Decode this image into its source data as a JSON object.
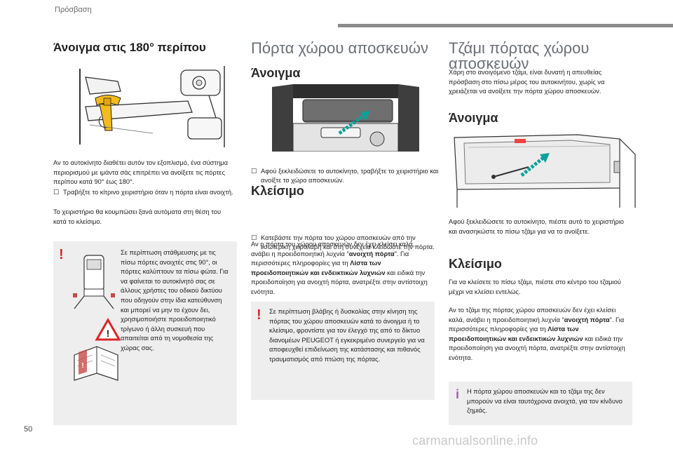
{
  "header": {
    "section": "Πρόσβαση"
  },
  "page_number": "50",
  "watermark": "carmanualsonline.info",
  "col1": {
    "title": "Άνοιγμα στις 180° περίπου",
    "p1": "Αν το αυτοκίνητο διαθέτει αυτόν τον εξοπλισμό, ένα σύστημα περιορισμού με ιμάντα σάς επιτρέπει να ανοίξετε τις πόρτες περίπου κατά 90° έως 180°.",
    "bullet1": "Τραβήξτε το κίτρινο χειριστήριο όταν η πόρτα είναι ανοιχτή.",
    "p2": "Το χειριστήριο θα κουμπώσει ξανά αυτόματα στη θέση του κατά το κλείσιμο.",
    "warning": "Σε περίπτωση στάθμευσης με τις πίσω πόρτες ανοιχτές στις 90°, οι πόρτες καλύπτουν τα πίσω φώτα. Για να φαίνεται το αυτοκίνητό σας σε άλλους χρήστες του οδικού δικτύου που οδηγούν στην ίδια κατεύθυνση και μπορεί να μην το έχουν δει, χρησιμοποιήστε προειδοποιητικό τρίγωνο ή άλλη συσκευή που απαιτείται από τη νομοθεσία της χώρας σας."
  },
  "col2": {
    "title": "Πόρτα χώρου αποσκευών",
    "h_open": "Άνοιγμα",
    "bullet_open": "Αφού ξεκλειδώσετε το αυτοκίνητο, τραβήξτε το χειριστήριο και ανοίξτε το χώρο αποσκευών.",
    "h_close": "Κλείσιμο",
    "bullet_close": "Κατεβάστε την πόρτα του χώρου αποσκευών από την εσωτερική χειρολαβή και στη συνέχεια κλειδώστε την πόρτα.",
    "p_a": "Αν η πόρτα του χώρου αποσκευών δεν έχει κλείσει καλά, ανάβει η προειδοποιητική λυχνία \"",
    "p_b": "ανοιχτή πόρτα",
    "p_c": "\". Για περισσότερες πληροφορίες για τη ",
    "p_d": "Λίστα των προειδοποιητικών και ενδεικτικών λυχνιών",
    "p_e": " και ειδικά την προειδοποίηση για ανοιχτή πόρτα, ανατρέξτε στην αντίστοιχη ενότητα.",
    "warning": "Σε περίπτωση βλάβης ή δυσκολίας στην κίνηση της πόρτας του χώρου αποσκευών κατά το άνοιγμα ή το κλείσιμο, φροντίστε για τον έλεγχό της από το δίκτυο διανομέων PEUGEOT ή εγκεκριμένο συνεργείο για να αποφευχθεί επιδείνωση της κατάστασης και πιθανός τραυματισμός από πτώση της πόρτας."
  },
  "col3": {
    "title_line1": "Τζάμι πόρτας χώρου",
    "title_line2": "αποσκευών",
    "intro": "Χάρη στο ανοιγόμενο τζάμι, είναι δυνατή η απευθείας πρόσβαση στο πίσω μέρος του αυτοκινήτου, χωρίς να χρειάζεται να ανοίξετε την πόρτα χώρου αποσκευών.",
    "h_open": "Άνοιγμα",
    "p_open": "Αφού ξεκλειδώσετε το αυτοκίνητο, πιέστε αυτό το χειριστήριο και ανασηκώστε το πίσω τζάμι για να το ανοίξετε.",
    "h_close": "Κλείσιμο",
    "p_close": "Για να κλείσετε το πίσω τζάμι, πιέστε στο κέντρο του τζαμιού μέχρι να κλείσει εντελώς.",
    "p_a": "Αν το τζάμι της πόρτας χώρου αποσκευών δεν έχει κλείσει καλά, ανάβει η προειδοποιητική λυχνία \"",
    "p_b": "ανοιχτή πόρτα",
    "p_c": "\". Για περισσότερες πληροφορίες για τη ",
    "p_d": "Λίστα των προειδοποιητικών και ενδεικτικών λυχνιών",
    "p_e": " και ειδικά την προειδοποίηση για ανοιχτή πόρτα, ανατρέξτε στην αντίστοιχη ενότητα.",
    "info": "Η πόρτα χώρου αποσκευών και το τζάμι της δεν μπορούν να είναι ταυτόχρονα ανοιχτά, για τον κίνδυνο ζημιάς."
  },
  "colors": {
    "accent_yellow": "#f3bb1c",
    "warning_red": "#d9262a",
    "info_purple": "#a85ab3",
    "note_bg": "#eeeeee",
    "header_bar": "#8b8b8b"
  },
  "icons": {
    "warning": "exclamation-mark-icon",
    "info": "info-i-icon",
    "bullet": "checkbox-bullet-icon"
  }
}
